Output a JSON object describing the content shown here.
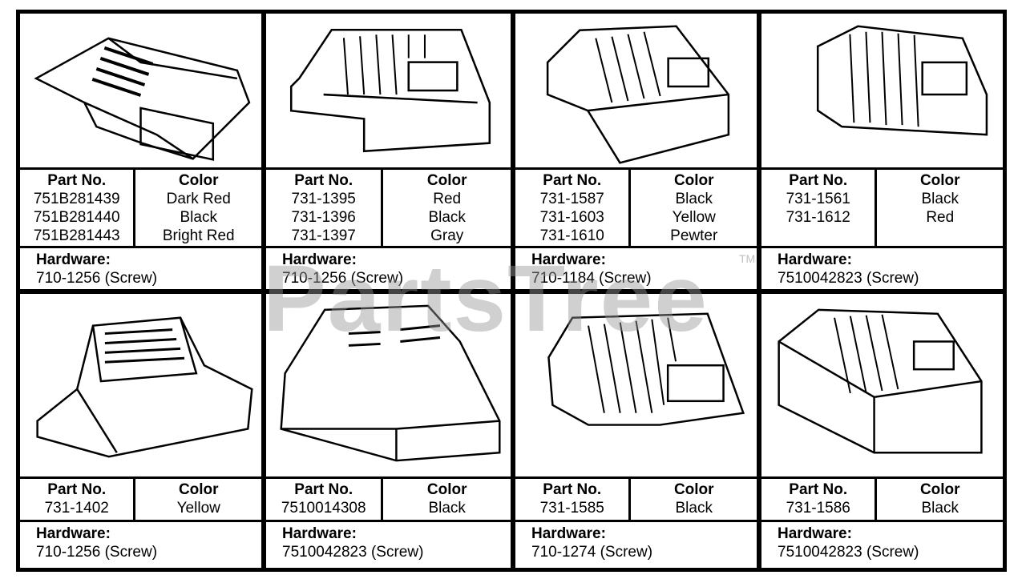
{
  "labels": {
    "part_no": "Part No.",
    "color": "Color",
    "hardware": "Hardware:"
  },
  "watermark": {
    "text": "PartsTree",
    "tm": "TM"
  },
  "parts": [
    {
      "parts": [
        "751B281439",
        "751B281440",
        "751B281443"
      ],
      "colors": [
        "Dark Red",
        "Black",
        "Bright Red"
      ],
      "hardware": "710-1256 (Screw)",
      "icon": "engine-cover-flat-icon"
    },
    {
      "parts": [
        "731-1395",
        "731-1396",
        "731-1397"
      ],
      "colors": [
        "Red",
        "Black",
        "Gray"
      ],
      "hardware": "710-1256 (Screw)",
      "icon": "engine-cover-grille-icon"
    },
    {
      "parts": [
        "731-1587",
        "731-1603",
        "731-1610"
      ],
      "colors": [
        "Black",
        "Yellow",
        "Pewter"
      ],
      "hardware": "710-1184 (Screw)",
      "icon": "engine-cover-sloped-icon"
    },
    {
      "parts": [
        "731-1561",
        "731-1612"
      ],
      "colors": [
        "Black",
        "Red"
      ],
      "hardware": "7510042823 (Screw)",
      "icon": "engine-cover-vented-icon"
    },
    {
      "parts": [
        "731-1402"
      ],
      "colors": [
        "Yellow"
      ],
      "hardware": "710-1256 (Screw)",
      "icon": "engine-cover-low-icon"
    },
    {
      "parts": [
        "7510014308"
      ],
      "colors": [
        "Black"
      ],
      "hardware": "7510042823 (Screw)",
      "icon": "engine-cover-round-icon"
    },
    {
      "parts": [
        "731-1585"
      ],
      "colors": [
        "Black"
      ],
      "hardware": "710-1274 (Screw)",
      "icon": "engine-cover-ribbed-icon"
    },
    {
      "parts": [
        "731-1586"
      ],
      "colors": [
        "Black"
      ],
      "hardware": "7510042823 (Screw)",
      "icon": "engine-cover-box-icon"
    }
  ]
}
